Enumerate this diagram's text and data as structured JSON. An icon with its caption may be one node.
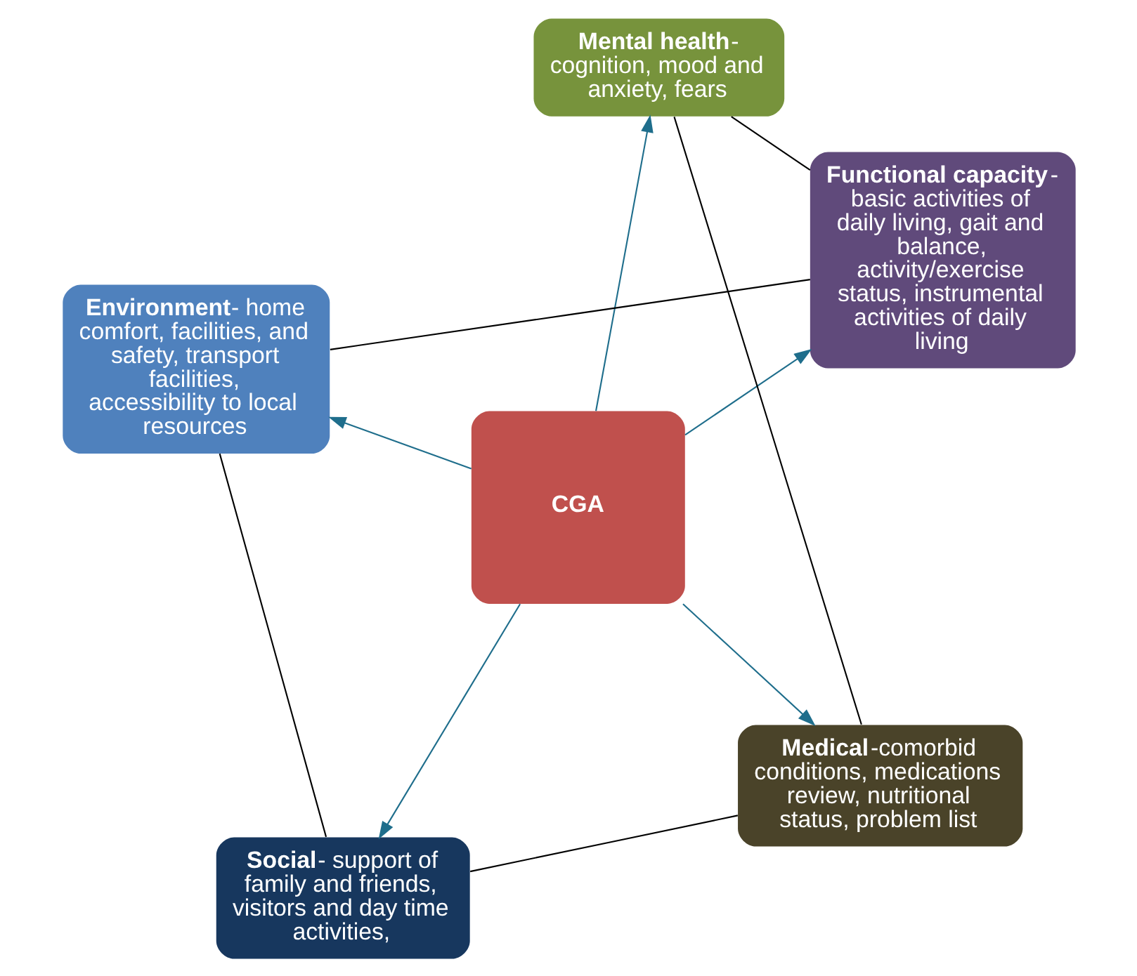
{
  "diagram": {
    "nodes": [
      {
        "text": [
          "**CGA**"
        ]
      },
      {
        "text": [
          "**Medical**-comorbid conditions, medications review, nutritional status, problem list"
        ]
      },
      {
        "text": [
          "**Social**- support of family and friends, visitors and day time activities,"
        ]
      },
      {
        "text": [
          "**Environment**- home comfort, facilities, and safety, transport facilities, accessibility to local resources"
        ]
      },
      {
        "text": [
          "**Functional capacity**- basic activities of daily living, gait and balance, activity/exercise status, instrumental activities of daily living"
        ]
      },
      {
        "text": [
          "**Mental health**- cognition, mood and anxiety, fears"
        ]
      }
    ],
    "edges": [
      {
        "from": 0,
        "to": 1,
        "arrow": "to",
        "color": "#1f6e8c"
      },
      {
        "from": 0,
        "to": 2,
        "arrow": "to",
        "color": "#1f6e8c"
      },
      {
        "from": 0,
        "to": 3,
        "arrow": "to",
        "color": "#1f6e8c"
      },
      {
        "from": 0,
        "to": 4,
        "arrow": "to",
        "color": "#1f6e8c"
      },
      {
        "from": 0,
        "to": 5,
        "arrow": "to",
        "color": "#1f6e8c"
      },
      {
        "from": 1,
        "to": 2,
        "arrow": "none",
        "color": "#000000"
      },
      {
        "from": 2,
        "to": 3,
        "arrow": "none",
        "color": "#000000"
      },
      {
        "from": 3,
        "to": 4,
        "arrow": "none",
        "color": "#000000"
      },
      {
        "from": 4,
        "to": 5,
        "arrow": "none",
        "color": "#000000"
      },
      {
        "from": 5,
        "to": 1,
        "arrow": "none",
        "color": "#000000"
      }
    ]
  }
}
